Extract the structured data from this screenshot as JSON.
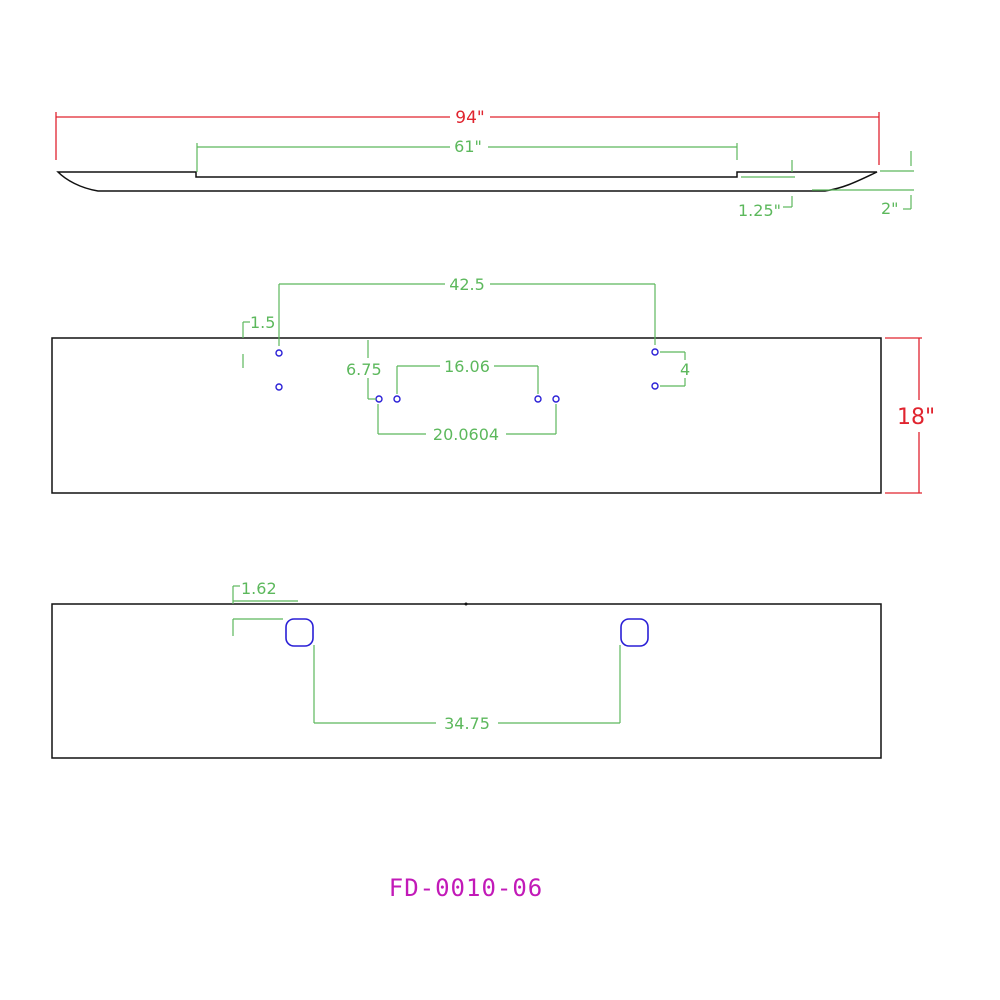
{
  "top_view": {
    "overall_length": "94\"",
    "center_length": "61\"",
    "step_height": "1.25\"",
    "end_height": "2\""
  },
  "front_view": {
    "hole_spacing": "42.5",
    "edge_offset": "1.5",
    "vertical_offset": "6.75",
    "inner_spacing": "16.06",
    "outer_spacing": "20.0604",
    "hole_pitch": "4",
    "height": "18\""
  },
  "bottom_view": {
    "slot_offset": "1.62",
    "slot_spacing": "34.75"
  },
  "part_number": "FD-0010-06",
  "colors": {
    "outline": "#111111",
    "dimension": "#5cb85c",
    "overall_dimension": "#e0242f",
    "holes": "#2a1fd6",
    "part_number": "#c21ab8"
  }
}
